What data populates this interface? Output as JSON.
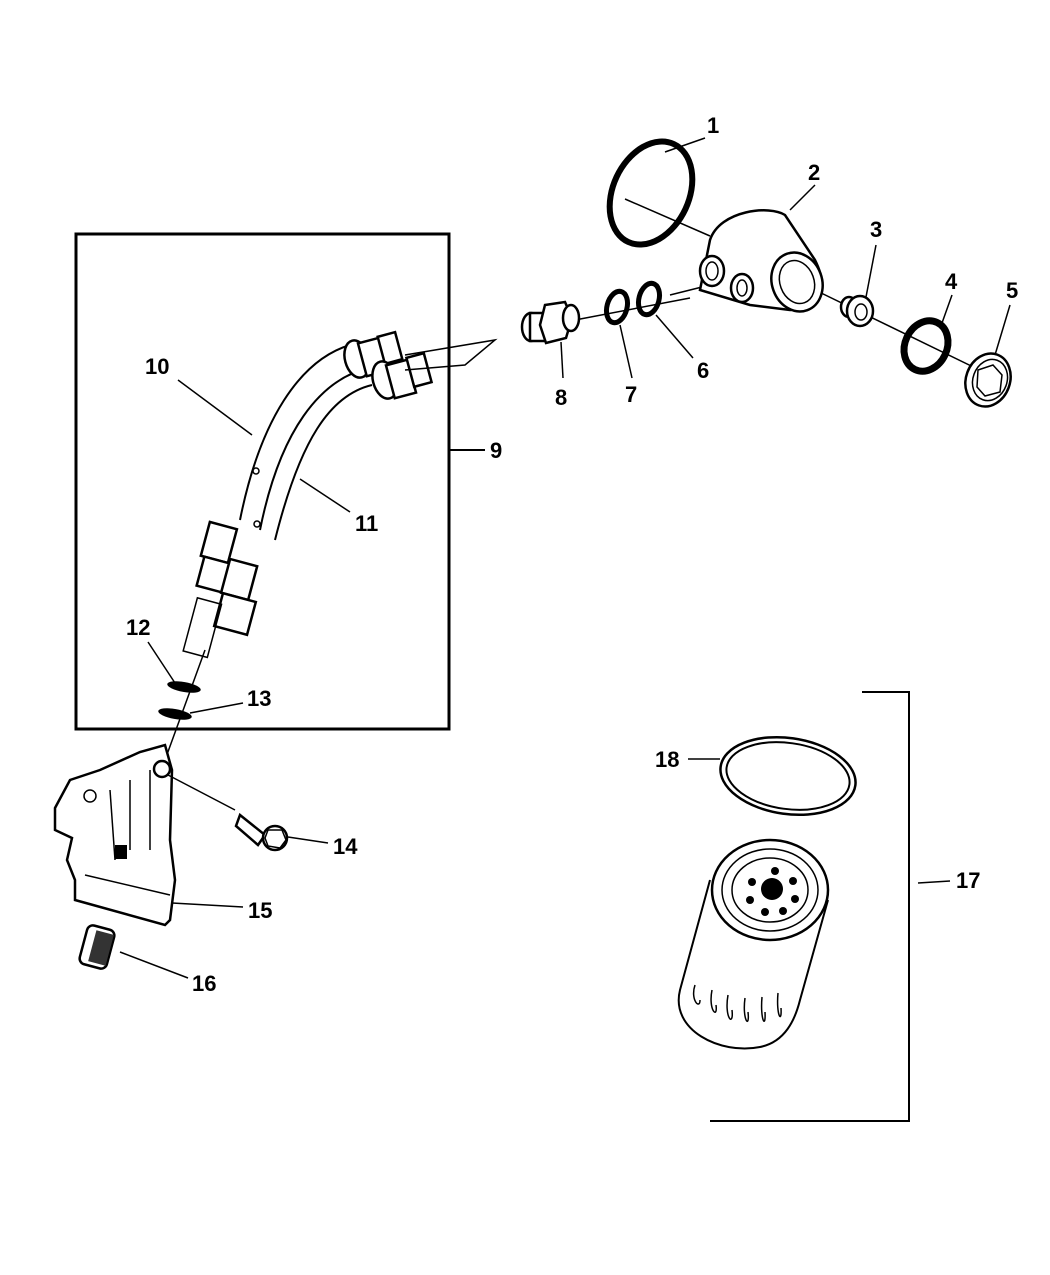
{
  "diagram": {
    "type": "exploded-parts-diagram",
    "callouts": [
      {
        "id": "1",
        "label": "1",
        "part": "o-ring-large"
      },
      {
        "id": "2",
        "label": "2",
        "part": "filter-housing-adapter"
      },
      {
        "id": "3",
        "label": "3",
        "part": "plug-fitting"
      },
      {
        "id": "4",
        "label": "4",
        "part": "o-ring"
      },
      {
        "id": "5",
        "label": "5",
        "part": "plug-cap"
      },
      {
        "id": "6",
        "label": "6",
        "part": "o-ring-small"
      },
      {
        "id": "7",
        "label": "7",
        "part": "o-ring-small"
      },
      {
        "id": "8",
        "label": "8",
        "part": "connector-fitting"
      },
      {
        "id": "9",
        "label": "9",
        "part": "hose-assembly-group"
      },
      {
        "id": "10",
        "label": "10",
        "part": "hose"
      },
      {
        "id": "11",
        "label": "11",
        "part": "hose"
      },
      {
        "id": "12",
        "label": "12",
        "part": "gasket"
      },
      {
        "id": "13",
        "label": "13",
        "part": "gasket"
      },
      {
        "id": "14",
        "label": "14",
        "part": "bolt"
      },
      {
        "id": "15",
        "label": "15",
        "part": "filter-adapter-base"
      },
      {
        "id": "16",
        "label": "16",
        "part": "filter-screen"
      },
      {
        "id": "17",
        "label": "17",
        "part": "oil-filter-kit-group"
      },
      {
        "id": "18",
        "label": "18",
        "part": "filter-gasket"
      }
    ]
  }
}
